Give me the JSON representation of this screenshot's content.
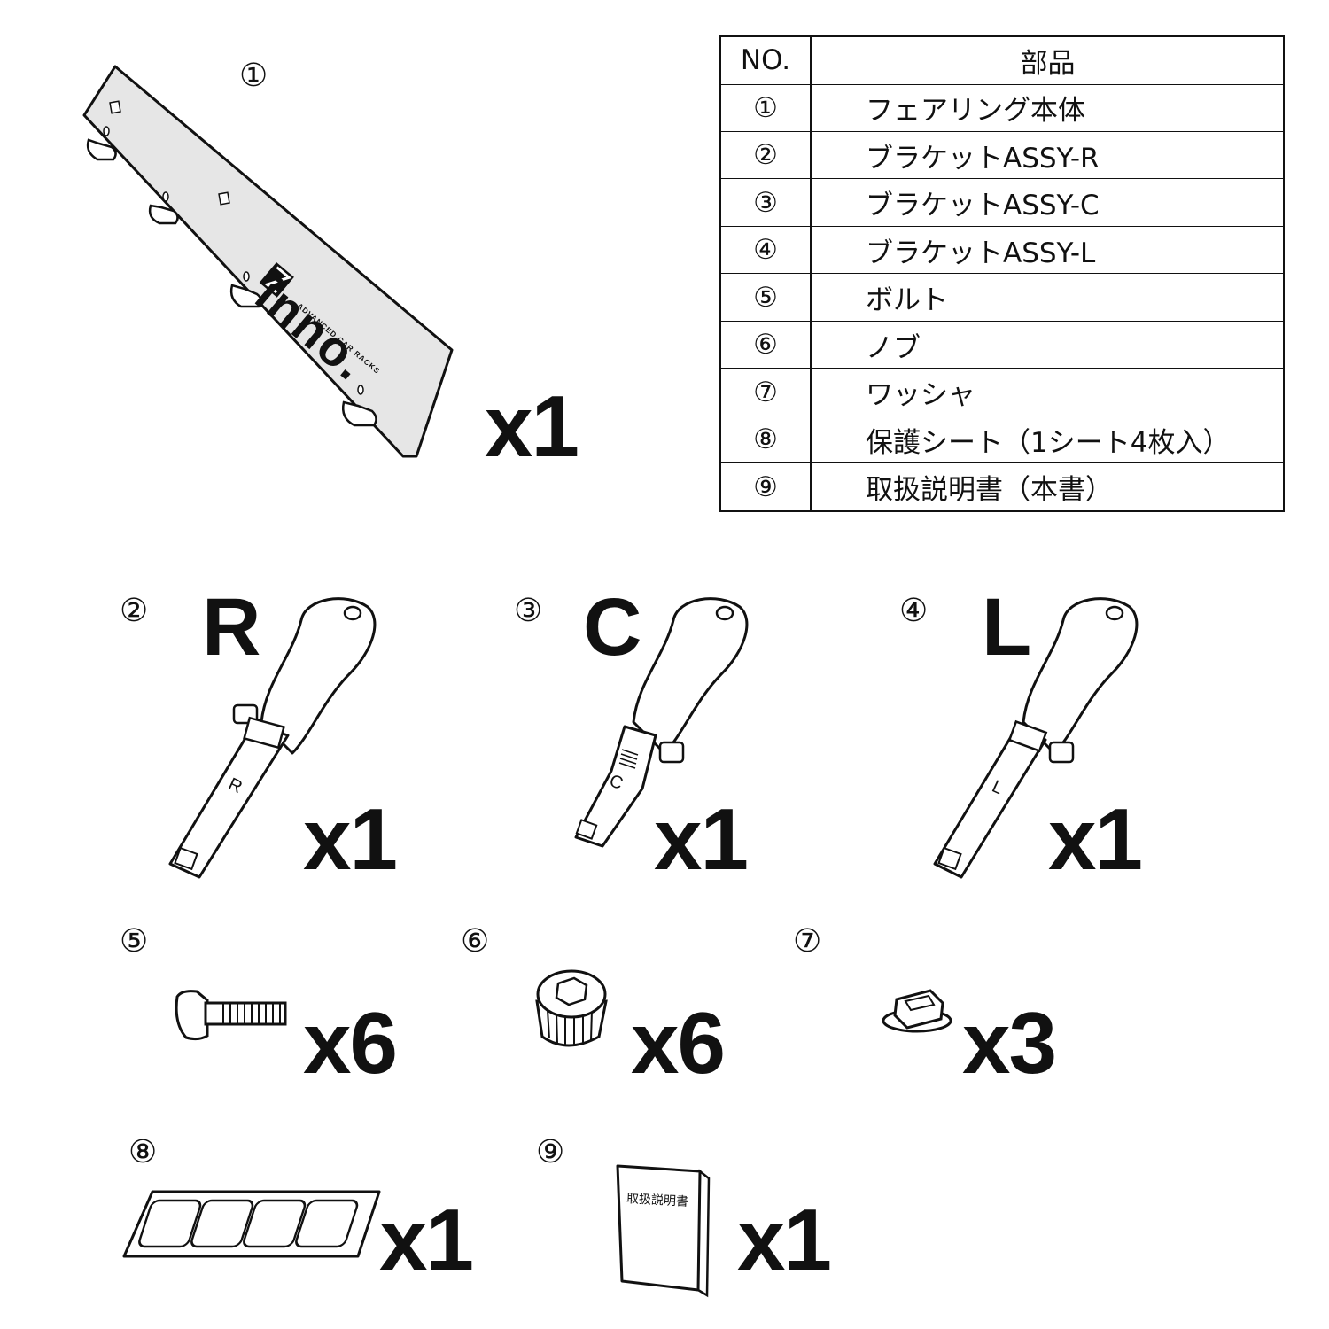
{
  "table": {
    "headers": [
      "NO.",
      "部品"
    ],
    "rows": [
      {
        "no": "①",
        "name": "フェアリング本体"
      },
      {
        "no": "②",
        "name": "ブラケットASSY-R"
      },
      {
        "no": "③",
        "name": "ブラケットASSY-C"
      },
      {
        "no": "④",
        "name": "ブラケットASSY-L"
      },
      {
        "no": "⑤",
        "name": "ボルト"
      },
      {
        "no": "⑥",
        "name": "ノブ"
      },
      {
        "no": "⑦",
        "name": "ワッシャ"
      },
      {
        "no": "⑧",
        "name": "保護シート（1シート4枚入）"
      },
      {
        "no": "⑨",
        "name": "取扱説明書（本書）"
      }
    ]
  },
  "items": {
    "fairing": {
      "num": "①",
      "qty": "x1",
      "logo": "inno.",
      "logo_sub": "ADVANCED CAR RACKS"
    },
    "bracket_r": {
      "num": "②",
      "letter": "R",
      "qty": "x1",
      "mark": "R"
    },
    "bracket_c": {
      "num": "③",
      "letter": "C",
      "qty": "x1",
      "mark": "C"
    },
    "bracket_l": {
      "num": "④",
      "letter": "L",
      "qty": "x1",
      "mark": "L"
    },
    "bolt": {
      "num": "⑤",
      "qty": "x6"
    },
    "knob": {
      "num": "⑥",
      "qty": "x6"
    },
    "washer": {
      "num": "⑦",
      "qty": "x3"
    },
    "sheet": {
      "num": "⑧",
      "qty": "x1"
    },
    "manual": {
      "num": "⑨",
      "qty": "x1",
      "cover_text": "取扱説明書"
    }
  }
}
